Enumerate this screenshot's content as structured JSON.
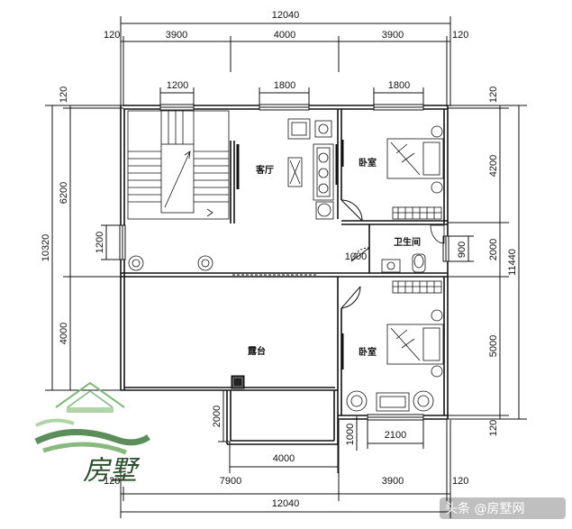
{
  "dims": {
    "top_total": "12040",
    "top_margin_left": "120",
    "top_margin_right": "120",
    "top_seg_1": "3900",
    "top_seg_2": "4000",
    "top_seg_3": "3900",
    "win_1": "1200",
    "win_2": "1800",
    "win_3": "1800",
    "left_total": "10320",
    "left_margin_top": "120",
    "left_seg_1": "6200",
    "left_seg_2": "4000",
    "left_win": "1200",
    "right_margin_top": "120",
    "right_seg_1": "4200",
    "right_seg_2": "2000",
    "right_seg_3": "5000",
    "right_margin_bottom": "120",
    "right_total": "11440",
    "door_1000": "1000",
    "bath_900": "900",
    "terrace_2000": "2000",
    "bottom_1000": "1000",
    "bottom_win": "2100",
    "terrace_4000": "4000",
    "bottom_margin_left": "120",
    "bottom_seg_1": "7900",
    "bottom_seg_2": "3900",
    "bottom_margin_right": "120",
    "bottom_total": "12040"
  },
  "rooms": {
    "living": "客厅",
    "bedroom_top": "卧室",
    "bathroom": "卫生间",
    "terrace": "露台",
    "bedroom_bottom": "卧室"
  },
  "watermark": {
    "credit": "头条 @房墅网",
    "logo_text": "房墅"
  },
  "colors": {
    "line": "#111111",
    "fill_dark": "#222222",
    "logo_green": "#3f7a3f"
  }
}
